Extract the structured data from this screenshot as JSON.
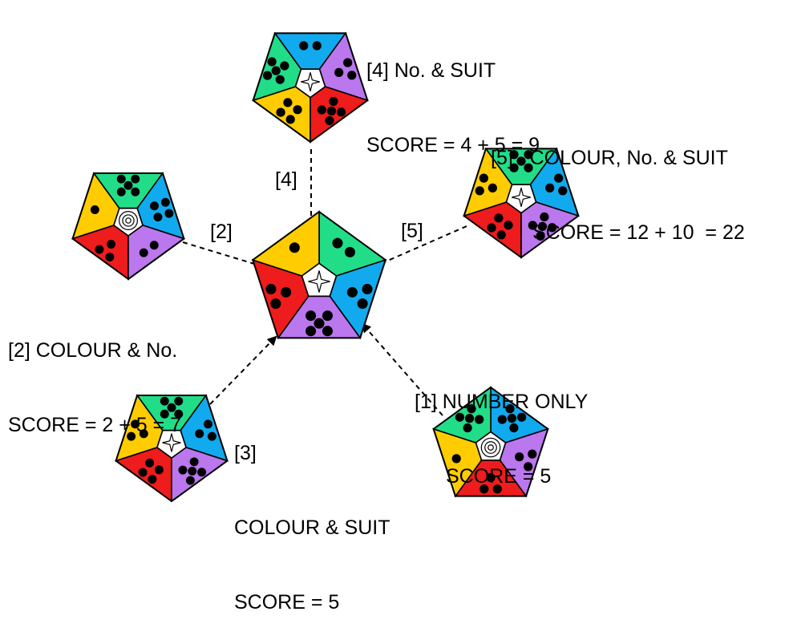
{
  "colors": {
    "red": "#ee1c1c",
    "yellow": "#ffcc00",
    "green": "#22dd88",
    "blue": "#11aaee",
    "purple": "#bb77ee",
    "dot": "#000000",
    "arrow": "#000000"
  },
  "tiles": {
    "center": {
      "symbol": "star",
      "segments": [
        {
          "color": "green",
          "dots": 2
        },
        {
          "color": "blue",
          "dots": 3
        },
        {
          "color": "purple",
          "dots": 5
        },
        {
          "color": "red",
          "dots": 3
        },
        {
          "color": "yellow",
          "dots": 1
        }
      ]
    },
    "t4": {
      "symbol": "star",
      "segments": [
        {
          "color": "yellow",
          "dots": 4
        },
        {
          "color": "green",
          "dots": 5
        },
        {
          "color": "blue",
          "dots": 2
        },
        {
          "color": "purple",
          "dots": 3
        },
        {
          "color": "red",
          "dots": 5
        }
      ]
    },
    "t5": {
      "symbol": "star",
      "segments": [
        {
          "color": "red",
          "dots": 4
        },
        {
          "color": "yellow",
          "dots": 3
        },
        {
          "color": "green",
          "dots": 5
        },
        {
          "color": "blue",
          "dots": 3
        },
        {
          "color": "purple",
          "dots": 5
        }
      ]
    },
    "t2": {
      "symbol": "target",
      "segments": [
        {
          "color": "red",
          "dots": 3
        },
        {
          "color": "yellow",
          "dots": 1
        },
        {
          "color": "green",
          "dots": 5
        },
        {
          "color": "blue",
          "dots": 4
        },
        {
          "color": "purple",
          "dots": 2
        }
      ]
    },
    "t3": {
      "symbol": "star",
      "segments": [
        {
          "color": "red",
          "dots": 4
        },
        {
          "color": "yellow",
          "dots": 3
        },
        {
          "color": "green",
          "dots": 5
        },
        {
          "color": "blue",
          "dots": 3
        },
        {
          "color": "purple",
          "dots": 5
        }
      ]
    },
    "t1": {
      "symbol": "target",
      "segments": [
        {
          "color": "blue",
          "dots": 5
        },
        {
          "color": "purple",
          "dots": 3
        },
        {
          "color": "red",
          "dots": 3
        },
        {
          "color": "yellow",
          "dots": 1
        },
        {
          "color": "green",
          "dots": 5
        }
      ]
    }
  },
  "labels": {
    "t4": {
      "line1": "[4] No. & SUIT",
      "line2": "SCORE = 4 + 5 = 9"
    },
    "t5": {
      "line1": "[5]   COLOUR, No. & SUIT",
      "line2": "SCORE = 12 + 10  = 22"
    },
    "t2": {
      "line1": "[2] COLOUR & No.",
      "line2": "SCORE = 2 + 5 = 7"
    },
    "t3": {
      "line1": "[3]",
      "line2": "COLOUR & SUIT",
      "line3": "SCORE = 5"
    },
    "t1": {
      "line1": "[1] NUMBER ONLY",
      "line2": "SCORE = 5"
    }
  },
  "arrow_labels": {
    "a4": "[4]",
    "a2": "[2]",
    "a5": "[5]"
  }
}
